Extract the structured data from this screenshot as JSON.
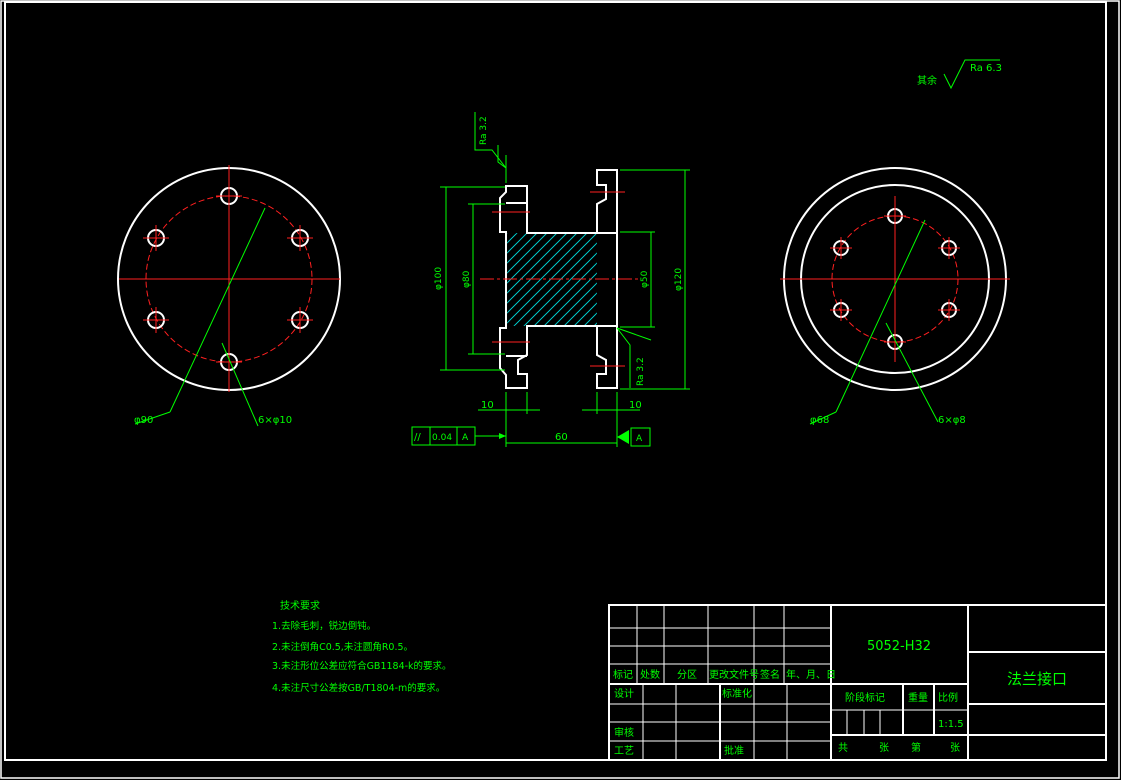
{
  "surface_finish": {
    "general_label": "其余",
    "general_value": "Ra 6.3",
    "left_face": "Ra 3.2",
    "right_face": "Ra 3.2"
  },
  "left_view": {
    "pcd_dim": "φ90",
    "holes_dim": "6×φ10"
  },
  "right_view": {
    "pcd_dim": "φ68",
    "holes_dim": "6×φ8"
  },
  "section_view": {
    "dim_d100": "φ100",
    "dim_d80": "φ80",
    "dim_d50": "φ50",
    "dim_d120": "φ120",
    "dim_left_thk": "10",
    "dim_right_thk": "10",
    "dim_length": "60",
    "tol_symbol": "//",
    "tol_value": "0.04",
    "tol_datum": "A",
    "datum_label": "A"
  },
  "tech_req": {
    "title": "技术要求",
    "items": [
      "1.去除毛刺，锐边倒钝。",
      "2.未注倒角C0.5,未注圆角R0.5。",
      "3.未注形位公差应符合GB1184-k的要求。",
      "4.未注尺寸公差按GB/T1804-m的要求。"
    ]
  },
  "title_block": {
    "material": "5052-H32",
    "part_name": "法兰接口",
    "rev_headers": [
      "标记",
      "处数",
      "分区",
      "更改文件号",
      "签名",
      "年、月、日"
    ],
    "design": "设计",
    "standardize": "标准化",
    "review": "审核",
    "process": "工艺",
    "approve": "批准",
    "stage_mark": "阶段标记",
    "weight": "重量",
    "scale": "比例",
    "scale_value": "1:1.5",
    "total": "共",
    "sheets": "张",
    "page": "第",
    "sheet2": "张"
  }
}
